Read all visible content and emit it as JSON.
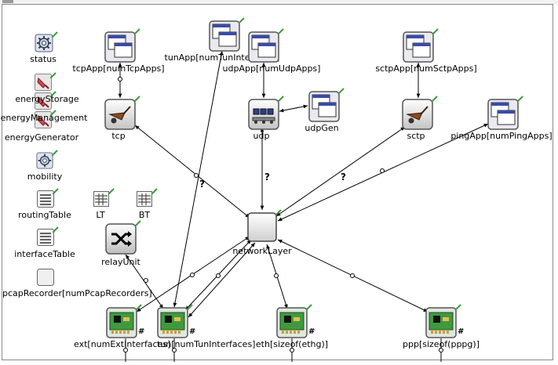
{
  "diagram": {
    "nodes": {
      "status": "status",
      "energyStorage": "energyStorage",
      "energyManagement": "energyManagement",
      "energyGenerator": "energyGenerator",
      "mobility": "mobility",
      "routingTable": "routingTable",
      "interfaceTable": "interfaceTable",
      "pcapRecorder": "pcapRecorder[numPcapRecorders]",
      "LT": "LT",
      "BT": "BT",
      "relayUnit": "relayUnit",
      "tcpApp": "tcpApp[numTcpApps]",
      "tunApp": "tunApp[numTunInterfaces]",
      "udpApp": "udpApp[numUdpApps]",
      "sctpApp": "sctpApp[numSctpApps]",
      "tcp": "tcp",
      "udp": "udp",
      "udpGen": "udpGen",
      "sctp": "sctp",
      "pingApp": "pingApp[numPingApps]",
      "networkLayer": "networkLayer",
      "ext": "ext[numExtInterfaces]",
      "tun": "tun[numTunInterfaces]",
      "eth": "eth[sizeof(ethg)]",
      "ppp": "ppp[sizeof(pppg)]"
    },
    "qmarks": [
      "?",
      "?",
      "?"
    ],
    "hash": "#"
  }
}
